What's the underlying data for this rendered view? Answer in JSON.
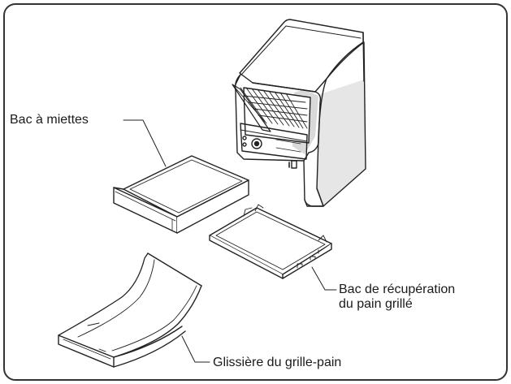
{
  "labels": {
    "crumb_tray": "Bac à miettes",
    "toast_tray_line1": "Bac de récupération",
    "toast_tray_line2": "du pain grillé",
    "slide": "Glissière du grille-pain"
  }
}
